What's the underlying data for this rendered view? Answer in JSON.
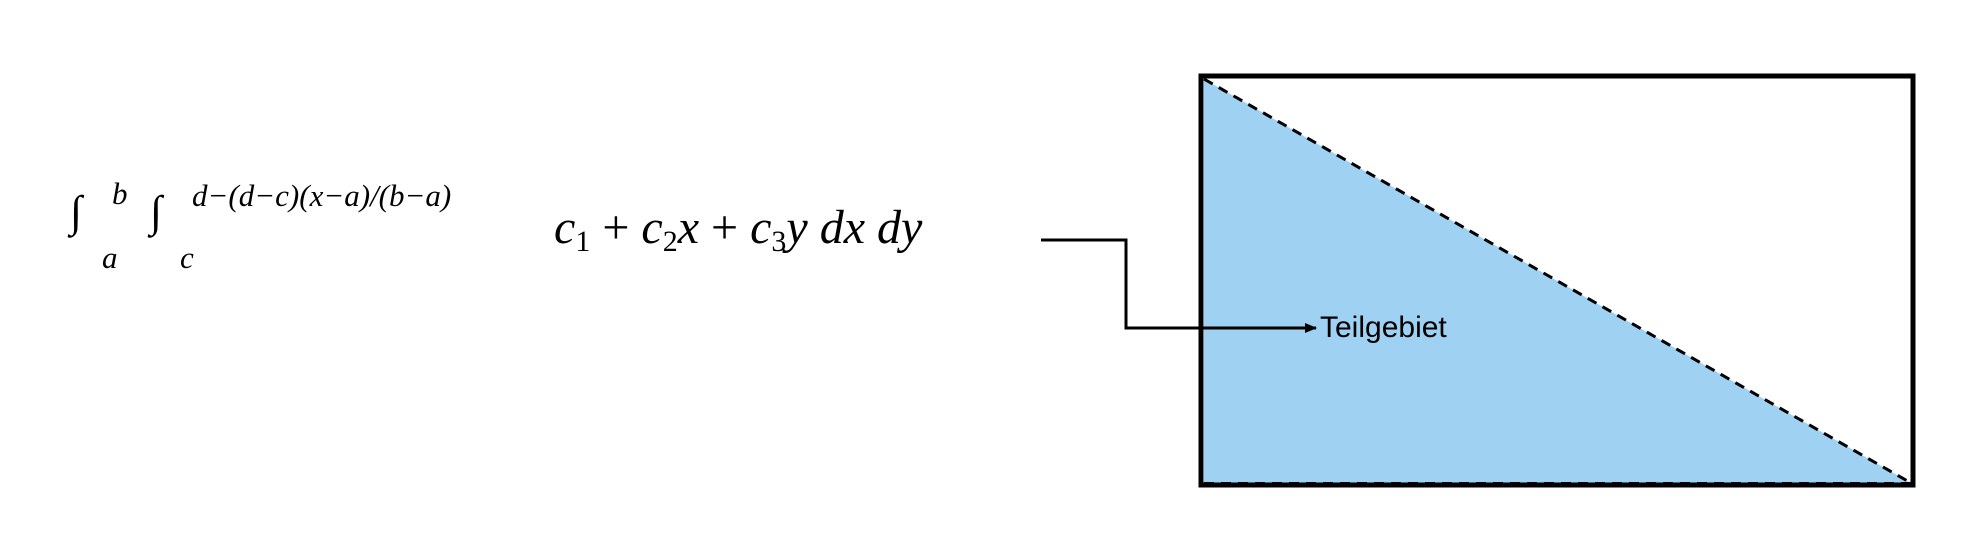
{
  "formula": {
    "outer_lower": "a",
    "outer_upper": "b",
    "inner_lower": "c",
    "inner_upper": "d−(d−c)(x−a)/(b−a)",
    "c1": "c",
    "c1_sub": "1",
    "plus1": " + ",
    "c2": "c",
    "c2_sub": "2",
    "x": "x",
    "plus2": " + ",
    "c3": "c",
    "c3_sub": "3",
    "y": "y",
    "dxdy": "dx dy"
  },
  "region": {
    "label": "Teilgebiet",
    "fill_color": "#9ed1f2",
    "border_color": "#000000"
  }
}
